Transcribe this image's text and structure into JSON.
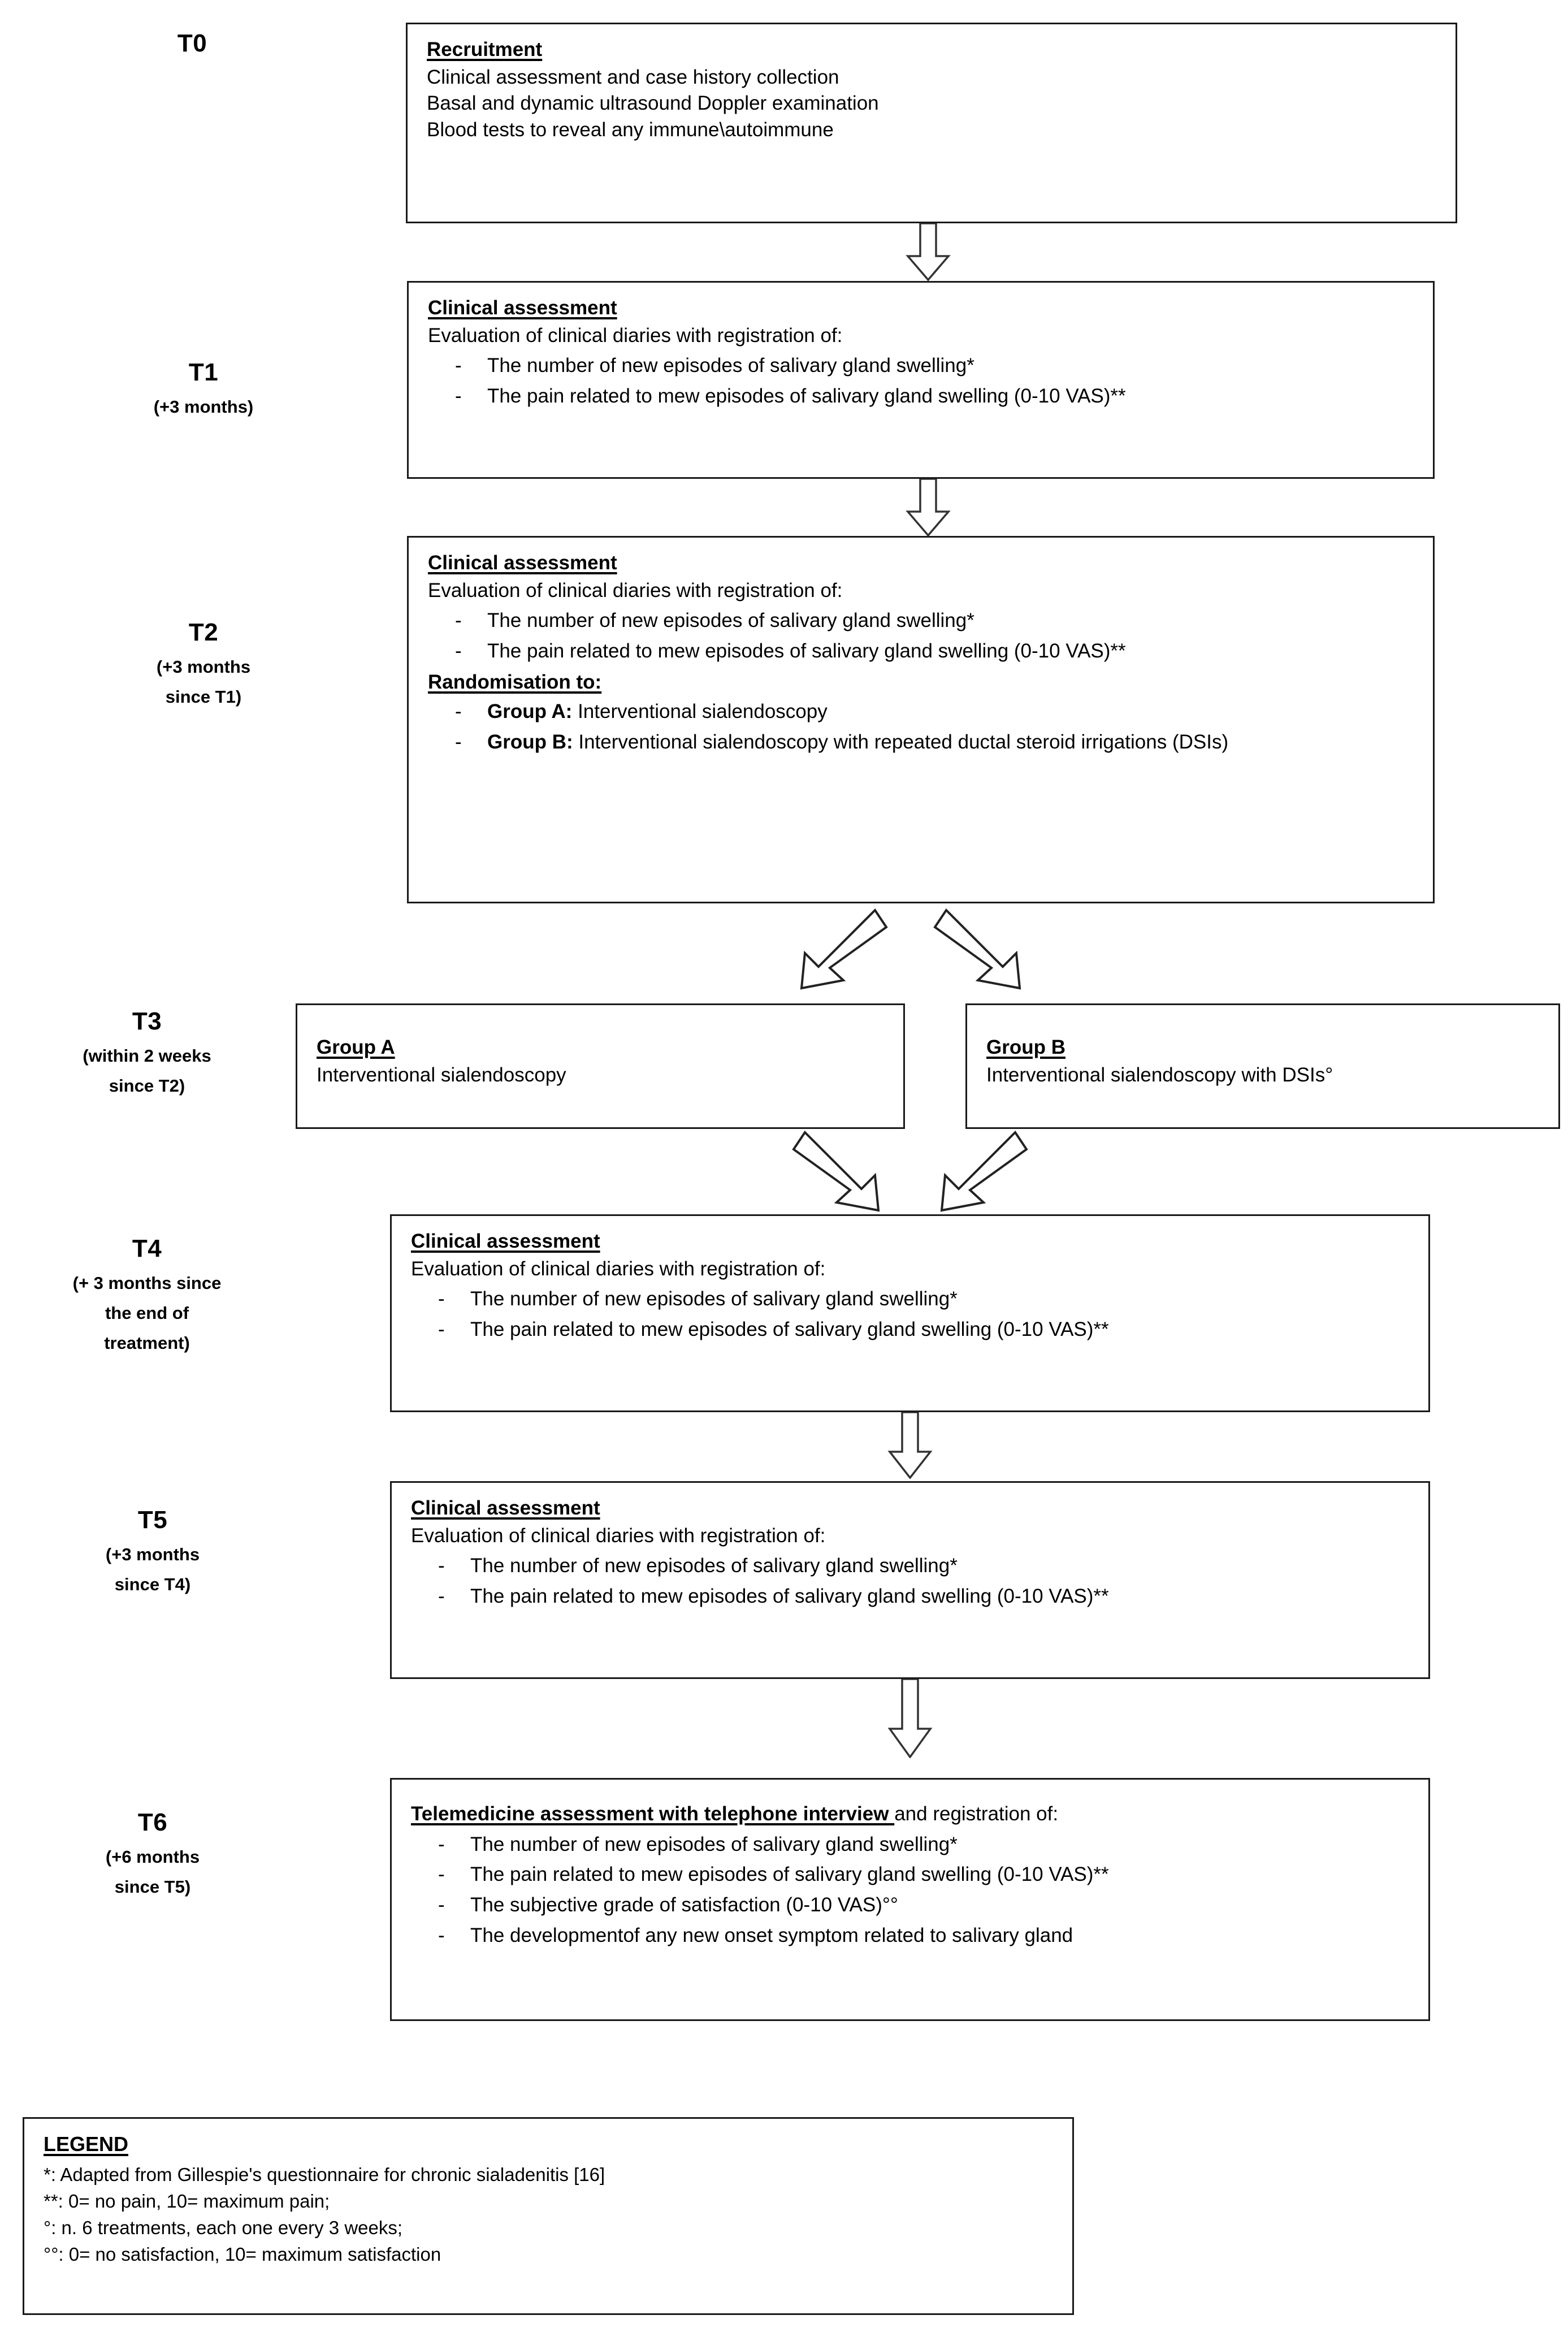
{
  "diagram": {
    "title": "Study timeline flowchart",
    "line_color": "#1a1a1a",
    "background": "#ffffff"
  },
  "timepoints": [
    {
      "code": "T0",
      "sub": ""
    },
    {
      "code": "T1",
      "sub": "(+3 months)"
    },
    {
      "code": "T2",
      "sub_line1": "(+3 months",
      "sub_line2": "since T1)"
    },
    {
      "code": "T3",
      "sub_line1": "(within 2 weeks",
      "sub_line2": "since T2)"
    },
    {
      "code": "T4",
      "sub_line1": "(+ 3  months since",
      "sub_line2": "the end of",
      "sub_line3": "treatment)"
    },
    {
      "code": "T5",
      "sub_line1": "(+3 months",
      "sub_line2": "since T4)"
    },
    {
      "code": "T6",
      "sub_line1": "(+6 months",
      "sub_line2": "since T5)"
    }
  ],
  "boxes": {
    "t0": {
      "heading": "Recruitment",
      "lines": [
        "Clinical assessment and case history collection",
        "Basal and dynamic ultrasound Doppler examination",
        "Blood tests to reveal any immune\\autoimmune"
      ]
    },
    "t1": {
      "heading": "Clinical assessment",
      "lead": "Evaluation of clinical diaries with registration of:",
      "bullets": [
        "The number of new episodes of salivary gland swelling*",
        "The pain related to mew episodes of salivary gland swelling (0-10 VAS)**"
      ]
    },
    "t2": {
      "heading": "Clinical assessment",
      "lead": "Evaluation of clinical diaries with registration of:",
      "bullets": [
        "The number of new episodes of salivary gland swelling*",
        "The pain related to mew episodes of salivary gland swelling (0-10 VAS)**"
      ],
      "heading2": "Randomisation to:",
      "bullets2_label": [
        "Group A:",
        "Group B:"
      ],
      "bullets2_text": [
        " Interventional sialendoscopy",
        " Interventional sialendoscopy with repeated ductal steroid irrigations (DSIs)"
      ]
    },
    "t3_group_a": {
      "heading": "Group A",
      "line": "Interventional sialendoscopy"
    },
    "t3_group_b": {
      "heading": "Group B",
      "line": "Interventional sialendoscopy with DSIs°"
    },
    "t4": {
      "heading": "Clinical assessment",
      "lead": "Evaluation of clinical diaries with registration of:",
      "bullets": [
        "The number of new episodes of salivary gland swelling*",
        "The pain related to mew episodes of salivary gland swelling (0-10 VAS)**"
      ]
    },
    "t5": {
      "heading": "Clinical assessment",
      "lead": "Evaluation of clinical diaries with registration of:",
      "bullets": [
        "The number of new episodes of salivary gland swelling*",
        "The pain related to mew episodes of salivary gland swelling (0-10 VAS)**"
      ]
    },
    "t6": {
      "heading": "Telemedicine assessment with telephone interview ",
      "heading_tail": "and registration of:",
      "bullets": [
        "The number of new episodes of salivary gland swelling*",
        "The pain related to mew episodes of salivary gland swelling (0-10 VAS)**",
        "The subjective grade of satisfaction (0-10 VAS)°°",
        "The developmentof any new onset symptom related to salivary gland"
      ]
    }
  },
  "legend": {
    "title": "LEGEND",
    "entries": [
      "*: Adapted from Gillespie's questionnaire for chronic sialadenitis [16]",
      "**: 0= no pain, 10= maximum pain;",
      "°: n. 6 treatments, each one every 3 weeks;",
      "°°: 0= no satisfaction, 10= maximum satisfaction"
    ]
  },
  "arrows": {
    "t0_to_t1": "down-arrow",
    "t1_to_t2": "down-arrow",
    "t2_to_groupA": "down-left-arrow",
    "t2_to_groupB": "down-right-arrow",
    "groupA_to_t4": "down-right-arrow",
    "groupB_to_t4": "down-left-arrow",
    "t4_to_t5": "down-arrow",
    "t5_to_t6": "down-arrow"
  }
}
